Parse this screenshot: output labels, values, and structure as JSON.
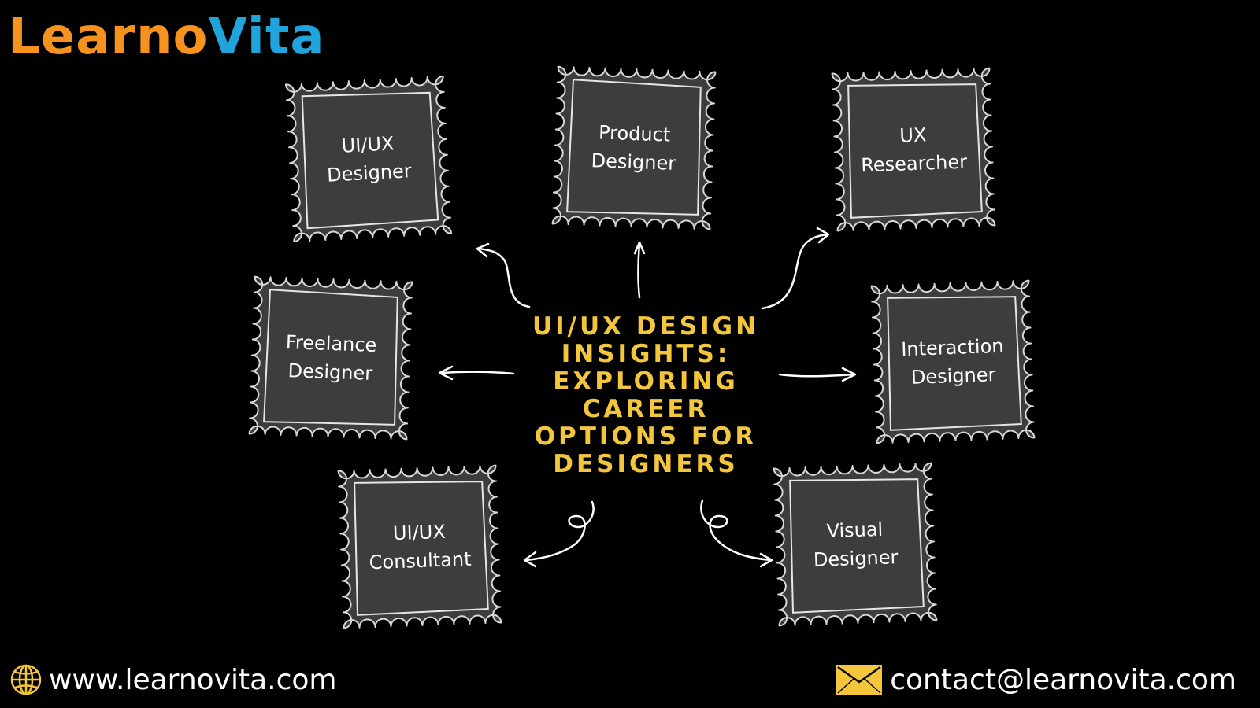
{
  "brand": {
    "logo_part1": "Learno",
    "logo_part2": "Vita"
  },
  "title_lines": [
    "UI/UX DESIGN",
    "INSIGHTS:",
    "EXPLORING",
    "CAREER",
    "OPTIONS FOR",
    "DESIGNERS"
  ],
  "nodes": [
    {
      "lines": [
        "UI/UX",
        "Designer"
      ]
    },
    {
      "lines": [
        "Product",
        "Designer"
      ]
    },
    {
      "lines": [
        "UX",
        "Researcher"
      ]
    },
    {
      "lines": [
        "Freelance",
        "Designer"
      ]
    },
    {
      "lines": [
        "Interaction",
        "Designer"
      ]
    },
    {
      "lines": [
        "UI/UX",
        "Consultant"
      ]
    },
    {
      "lines": [
        "Visual",
        "Designer"
      ]
    }
  ],
  "footer": {
    "website": "www.learnovita.com",
    "email": "contact@learnovita.com"
  },
  "colors": {
    "background": "#000000",
    "stamp_fill": "#3d3d3d",
    "title": "#f4c63c",
    "logo_orange": "#f6921e",
    "logo_blue": "#1fa4dc",
    "mail_icon": "#f4c63c",
    "globe_icon": "#f4c63c"
  },
  "icons": {
    "website": "globe-icon",
    "email": "mail-icon"
  }
}
